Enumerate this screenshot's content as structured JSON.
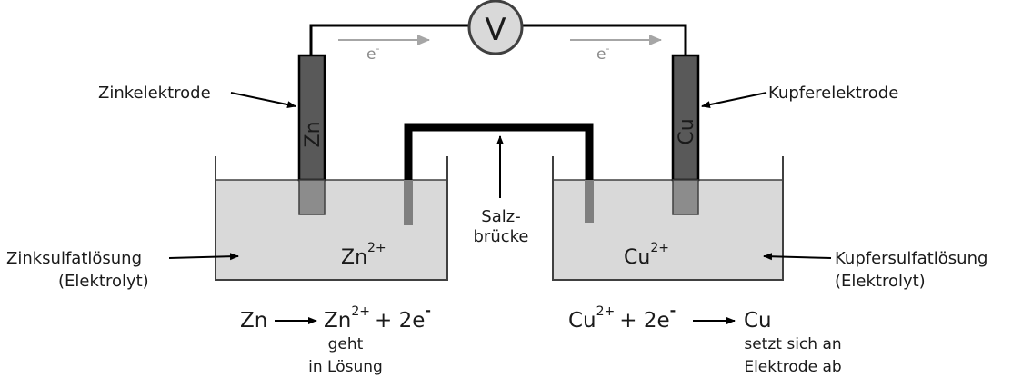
{
  "voltmeter": {
    "symbol": "V"
  },
  "electron_flow": {
    "left": "e",
    "right": "e",
    "sup": "-"
  },
  "electrodes": {
    "zinc": {
      "symbol": "Zn",
      "label": "Zinkelektrode"
    },
    "copper": {
      "symbol": "Cu",
      "label": "Kupferelektrode"
    }
  },
  "salt_bridge": {
    "line1": "Salz-",
    "line2": "brücke"
  },
  "solutions": {
    "zinc": {
      "ion": "Zn",
      "charge": "2+",
      "line1": "Zinksulfatlösung",
      "line2": "(Elektrolyt)"
    },
    "copper": {
      "ion": "Cu",
      "charge": "2+",
      "line1": "Kupfersulfatlösung",
      "line2": "(Elektrolyt)"
    }
  },
  "reactions": {
    "zinc": {
      "lhs": "Zn",
      "product": "Zn",
      "product_charge": "2+",
      "plus": "+ 2e",
      "electron_sign": "-",
      "note_line1": "geht",
      "note_line2": "in Lösung"
    },
    "copper": {
      "reactant": "Cu",
      "reactant_charge": "2+",
      "plus": "+ 2e",
      "electron_sign": "-",
      "product": "Cu",
      "note_line1": "setzt sich an",
      "note_line2": "Elektrode ab"
    }
  },
  "colors": {
    "electrode": "#595959",
    "solution": "#d9d9d9",
    "wire": "#000000",
    "electron_arrow": "#a6a6a6",
    "voltmeter_fill": "#d9d9d9"
  }
}
